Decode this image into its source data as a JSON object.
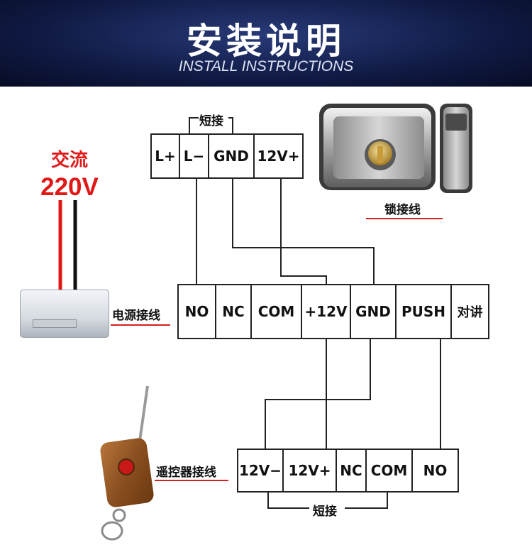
{
  "header": {
    "title": "安装说明",
    "subtitle": "INSTALL INSTRUCTIONS"
  },
  "colors": {
    "header_bg": "#101a44",
    "accent_red": "#e01818",
    "wire": "#222222"
  },
  "ac_power": {
    "line1": "交流",
    "line2": "220V"
  },
  "top_terminal": {
    "cells": [
      "L+",
      "L−",
      "GND",
      "12V+"
    ],
    "short_label": "短接"
  },
  "lock": {
    "caption": "锁接线"
  },
  "controller_terminal": {
    "cells": [
      "NO",
      "NC",
      "COM",
      "+12V",
      "GND",
      "PUSH",
      "对讲"
    ]
  },
  "power_supply": {
    "caption": "电源接线"
  },
  "remote_terminal": {
    "cells": [
      "12V−",
      "12V+",
      "NC",
      "COM",
      "NO"
    ],
    "short_label": "短接"
  },
  "remote": {
    "caption": "遥控器接线"
  }
}
